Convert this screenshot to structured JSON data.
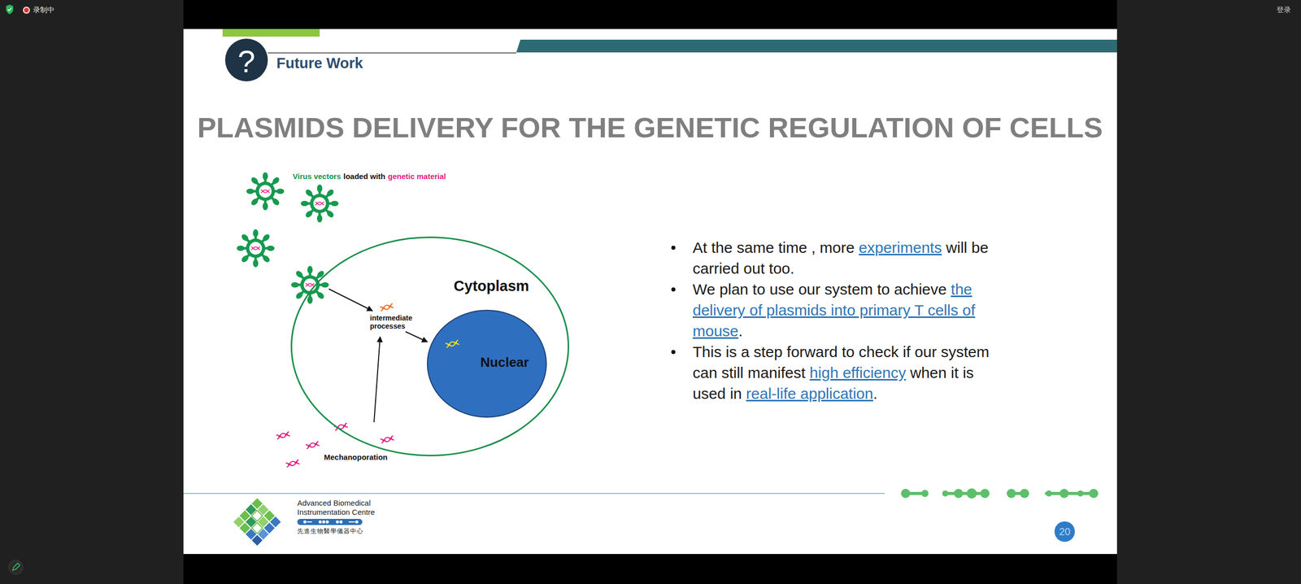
{
  "diagram": {
    "title": "PLASMIDS DELIVERY FOR THE GENETIC REGULATION OF CELLS",
    "nodes": [
      {
        "text": [
          "?"
        ]
      },
      {
        "text": [
          "Cytoplasm"
        ]
      },
      {
        "text": [
          "Nuclear"
        ],
        "in": 1
      },
      {
        "text": [
          "20"
        ]
      }
    ],
    "labels": [
      "录制中",
      "登录",
      "Future Work",
      "Virus vectors",
      "loaded with",
      "genetic material",
      "intermediate processes",
      "Mechanoporation",
      "At the same time , more",
      "experiments",
      "will be carried out too.",
      "We plan to use our system to achieve",
      "the delivery of plasmids into primary T cells of mouse",
      ".",
      "This is a step forward to check if our system can still manifest",
      "high efficiency",
      "when it is used in",
      "real-life application",
      ".",
      "Advanced Biomedical",
      "Instrumentation Centre",
      "先進生物醫學儀器中心"
    ]
  }
}
